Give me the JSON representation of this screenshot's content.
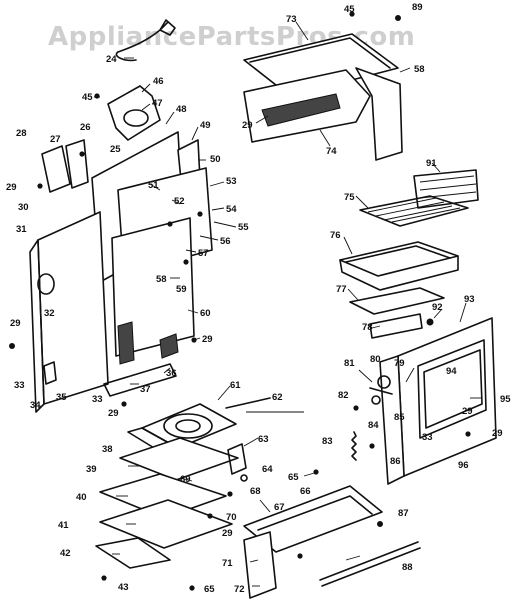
{
  "watermark": "AppliancePartsPros.com",
  "callouts": [
    {
      "id": "n24",
      "text": "24"
    },
    {
      "id": "n45a",
      "text": "45"
    },
    {
      "id": "n46",
      "text": "46"
    },
    {
      "id": "n47",
      "text": "47"
    },
    {
      "id": "n48",
      "text": "48"
    },
    {
      "id": "n49",
      "text": "49"
    },
    {
      "id": "n50",
      "text": "50"
    },
    {
      "id": "n51",
      "text": "51"
    },
    {
      "id": "n52",
      "text": "52"
    },
    {
      "id": "n53",
      "text": "53"
    },
    {
      "id": "n54",
      "text": "54"
    },
    {
      "id": "n55",
      "text": "55"
    },
    {
      "id": "n56",
      "text": "56"
    },
    {
      "id": "n57",
      "text": "57"
    },
    {
      "id": "n58a",
      "text": "58"
    },
    {
      "id": "n59",
      "text": "59"
    },
    {
      "id": "n60",
      "text": "60"
    },
    {
      "id": "n29a",
      "text": "29"
    },
    {
      "id": "n36",
      "text": "36"
    },
    {
      "id": "n37",
      "text": "37"
    },
    {
      "id": "n28",
      "text": "28"
    },
    {
      "id": "n27",
      "text": "27"
    },
    {
      "id": "n26",
      "text": "26"
    },
    {
      "id": "n25",
      "text": "25"
    },
    {
      "id": "n29b",
      "text": "29"
    },
    {
      "id": "n30",
      "text": "30"
    },
    {
      "id": "n31",
      "text": "31"
    },
    {
      "id": "n32",
      "text": "32"
    },
    {
      "id": "n29c",
      "text": "29"
    },
    {
      "id": "n33a",
      "text": "33"
    },
    {
      "id": "n34",
      "text": "34"
    },
    {
      "id": "n35",
      "text": "35"
    },
    {
      "id": "n33b",
      "text": "33"
    },
    {
      "id": "n29d",
      "text": "29"
    },
    {
      "id": "n73",
      "text": "73"
    },
    {
      "id": "n45b",
      "text": "45"
    },
    {
      "id": "n89",
      "text": "89"
    },
    {
      "id": "n58b",
      "text": "58"
    },
    {
      "id": "n29e",
      "text": "29"
    },
    {
      "id": "n74",
      "text": "74"
    },
    {
      "id": "n91",
      "text": "91"
    },
    {
      "id": "n75",
      "text": "75"
    },
    {
      "id": "n76",
      "text": "76"
    },
    {
      "id": "n77",
      "text": "77"
    },
    {
      "id": "n78",
      "text": "78"
    },
    {
      "id": "n92",
      "text": "92"
    },
    {
      "id": "n93",
      "text": "93"
    },
    {
      "id": "n81",
      "text": "81"
    },
    {
      "id": "n80",
      "text": "80"
    },
    {
      "id": "n79",
      "text": "79"
    },
    {
      "id": "n94",
      "text": "94"
    },
    {
      "id": "n82",
      "text": "82"
    },
    {
      "id": "n95",
      "text": "95"
    },
    {
      "id": "n85",
      "text": "85"
    },
    {
      "id": "n84",
      "text": "84"
    },
    {
      "id": "n29f",
      "text": "29"
    },
    {
      "id": "n33c",
      "text": "33"
    },
    {
      "id": "n29g",
      "text": "29"
    },
    {
      "id": "n83",
      "text": "83"
    },
    {
      "id": "n86",
      "text": "86"
    },
    {
      "id": "n96",
      "text": "96"
    },
    {
      "id": "n61",
      "text": "61"
    },
    {
      "id": "n62",
      "text": "62"
    },
    {
      "id": "n38",
      "text": "38"
    },
    {
      "id": "n63",
      "text": "63"
    },
    {
      "id": "n39",
      "text": "39"
    },
    {
      "id": "n64",
      "text": "64"
    },
    {
      "id": "n69",
      "text": "69"
    },
    {
      "id": "n65a",
      "text": "65"
    },
    {
      "id": "n66",
      "text": "66"
    },
    {
      "id": "n40",
      "text": "40"
    },
    {
      "id": "n68",
      "text": "68"
    },
    {
      "id": "n67",
      "text": "67"
    },
    {
      "id": "n70",
      "text": "70"
    },
    {
      "id": "n87",
      "text": "87"
    },
    {
      "id": "n41",
      "text": "41"
    },
    {
      "id": "n29h",
      "text": "29"
    },
    {
      "id": "n71",
      "text": "71"
    },
    {
      "id": "n42",
      "text": "42"
    },
    {
      "id": "n88",
      "text": "88"
    },
    {
      "id": "n43",
      "text": "43"
    },
    {
      "id": "n65b",
      "text": "65"
    },
    {
      "id": "n72",
      "text": "72"
    }
  ]
}
